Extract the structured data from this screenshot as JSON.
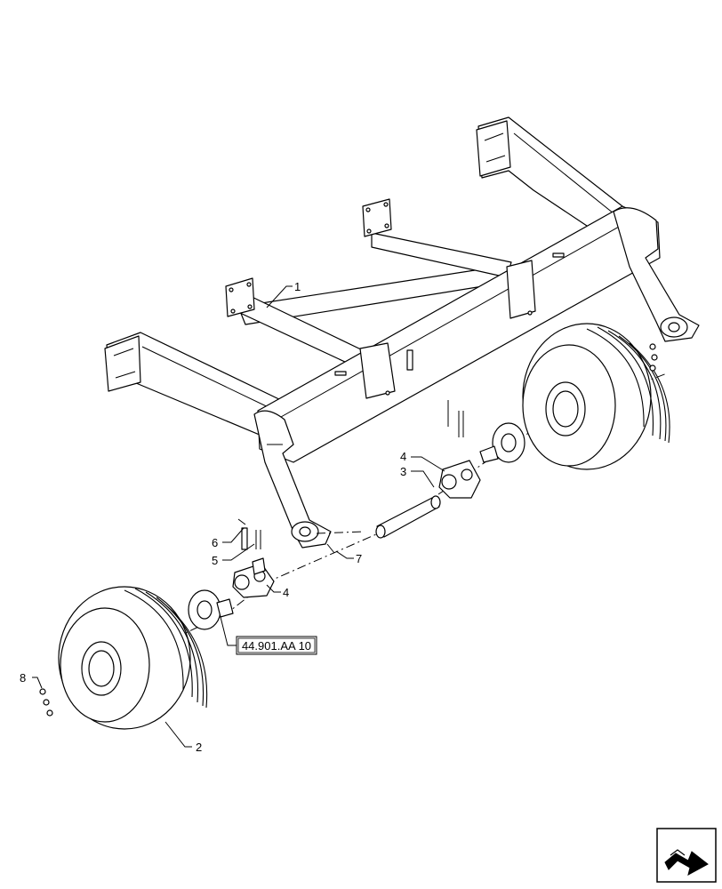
{
  "callouts": {
    "c1": "1",
    "c2": "2",
    "c3": "3",
    "c4a": "4",
    "c4b": "4",
    "c5": "5",
    "c6": "6",
    "c7": "7",
    "c8": "8"
  },
  "reference": {
    "label": "44.901.AA 10"
  },
  "icons": {
    "next_page": "next-page-arrow-icon"
  }
}
